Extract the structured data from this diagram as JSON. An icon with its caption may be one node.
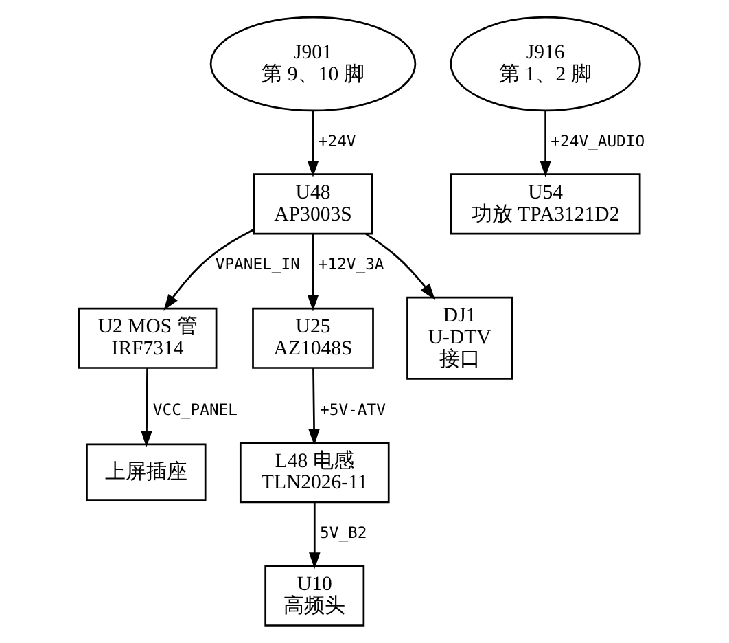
{
  "diagram": {
    "nodes": [
      {
        "text": [
          "J901",
          "第 9、10 脚"
        ]
      },
      {
        "text": [
          "U48",
          "AP3003S"
        ]
      },
      {
        "text": [
          "U2 MOS 管",
          "IRF7314"
        ]
      },
      {
        "text": [
          "U25",
          "AZ1048S"
        ]
      },
      {
        "text": [
          "DJ1",
          "U-DTV",
          "接口"
        ]
      },
      {
        "text": [
          "上屏插座"
        ]
      },
      {
        "text": [
          "L48 电感",
          "TLN2026-11"
        ]
      },
      {
        "text": [
          "U10",
          "高频头"
        ]
      },
      {
        "text": [
          "J916",
          "第 1、2 脚"
        ]
      },
      {
        "text": [
          "U54",
          "功放 TPA3121D2"
        ]
      }
    ],
    "edges": [
      {
        "from": 0,
        "to": 1,
        "arrow": "to",
        "label": "+24V"
      },
      {
        "from": 1,
        "to": 2,
        "arrow": "to",
        "label": "VPANEL_IN"
      },
      {
        "from": 1,
        "to": 3,
        "arrow": "to",
        "label": "+12V_3A"
      },
      {
        "from": 1,
        "to": 4,
        "arrow": "to"
      },
      {
        "from": 2,
        "to": 5,
        "arrow": "to",
        "label": "VCC_PANEL"
      },
      {
        "from": 3,
        "to": 6,
        "arrow": "to",
        "label": "+5V-ATV"
      },
      {
        "from": 6,
        "to": 7,
        "arrow": "to",
        "label": "5V_B2"
      },
      {
        "from": 8,
        "to": 9,
        "arrow": "to",
        "label": "+24V_AUDIO"
      }
    ]
  }
}
